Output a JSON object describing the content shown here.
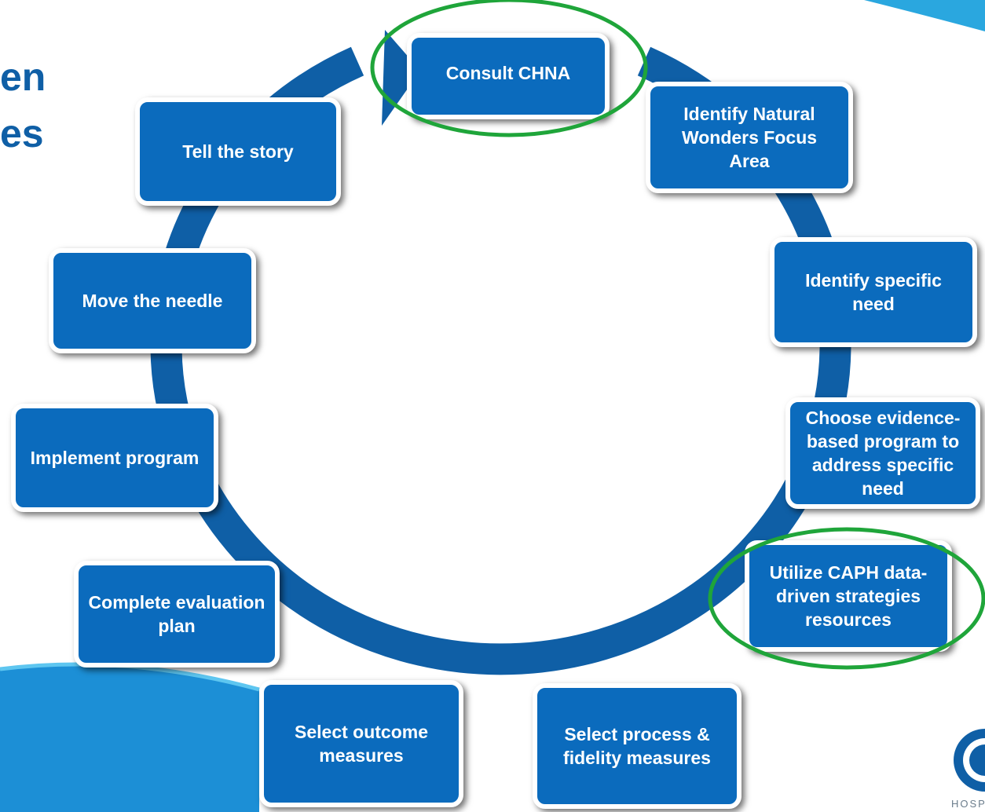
{
  "title_lines": [
    "en",
    "es"
  ],
  "steps": [
    "Consult CHNA",
    "Identify Natural Wonders Focus Area",
    "Identify specific need",
    "Choose evidence-based program to address specific need",
    "Utilize CAPH data-driven strategies resources",
    "Select process & fidelity measures",
    "Select outcome measures",
    "Complete evaluation plan",
    "Implement program",
    "Move the needle",
    "Tell the story"
  ],
  "highlighted_steps": [
    "Consult CHNA",
    "Utilize CAPH data-driven strategies resources"
  ],
  "logo_text": "HOSP",
  "colors": {
    "title": "#0f5fa6",
    "box": "#0b6bbd",
    "cycle_arrow": "#0f5fa6",
    "highlight_ring": "#1fa53a"
  }
}
